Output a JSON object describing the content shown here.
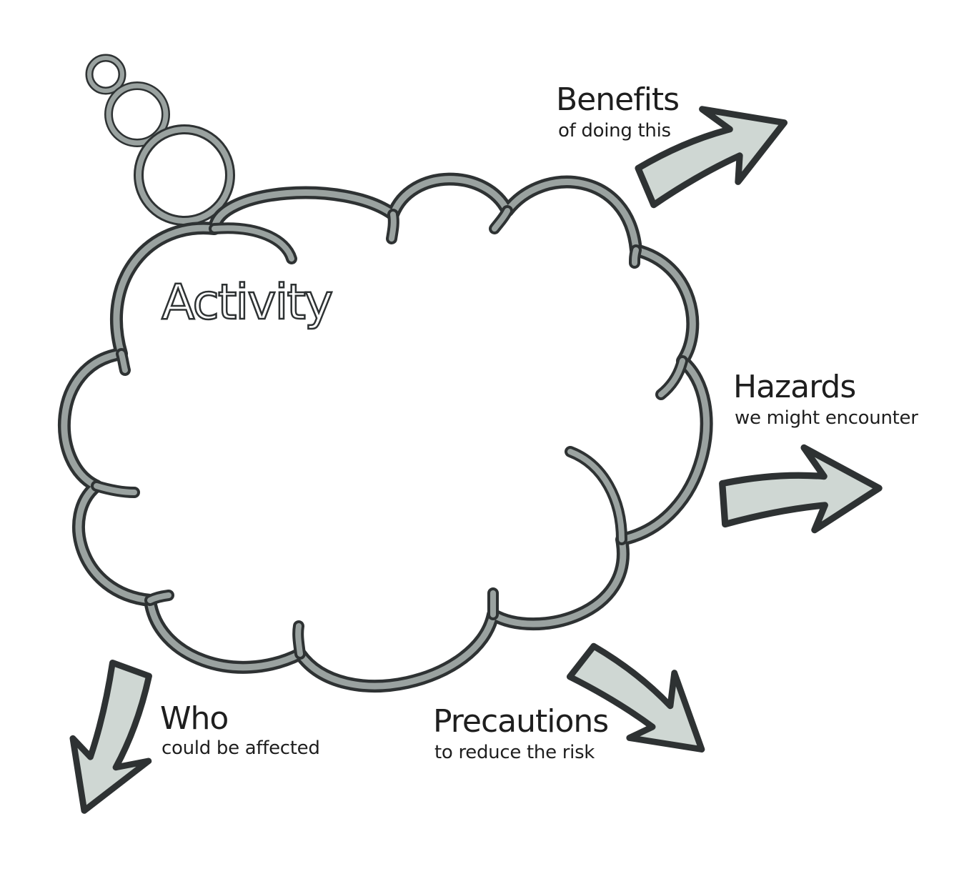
{
  "cloud": {
    "title": "Activity"
  },
  "labels": {
    "benefits": {
      "title": "Benefits",
      "subtitle": "of doing this"
    },
    "hazards": {
      "title": "Hazards",
      "subtitle": "we might encounter"
    },
    "who": {
      "title": "Who",
      "subtitle": "could be affected"
    },
    "precautions": {
      "title": "Precautions",
      "subtitle": "to reduce the risk"
    }
  },
  "colors": {
    "outline_dark": "#2e3233",
    "outline_fill": "#9aa2a0",
    "arrow_fill": "#cfd7d3",
    "text": "#1e1e1e",
    "background": "#ffffff"
  }
}
